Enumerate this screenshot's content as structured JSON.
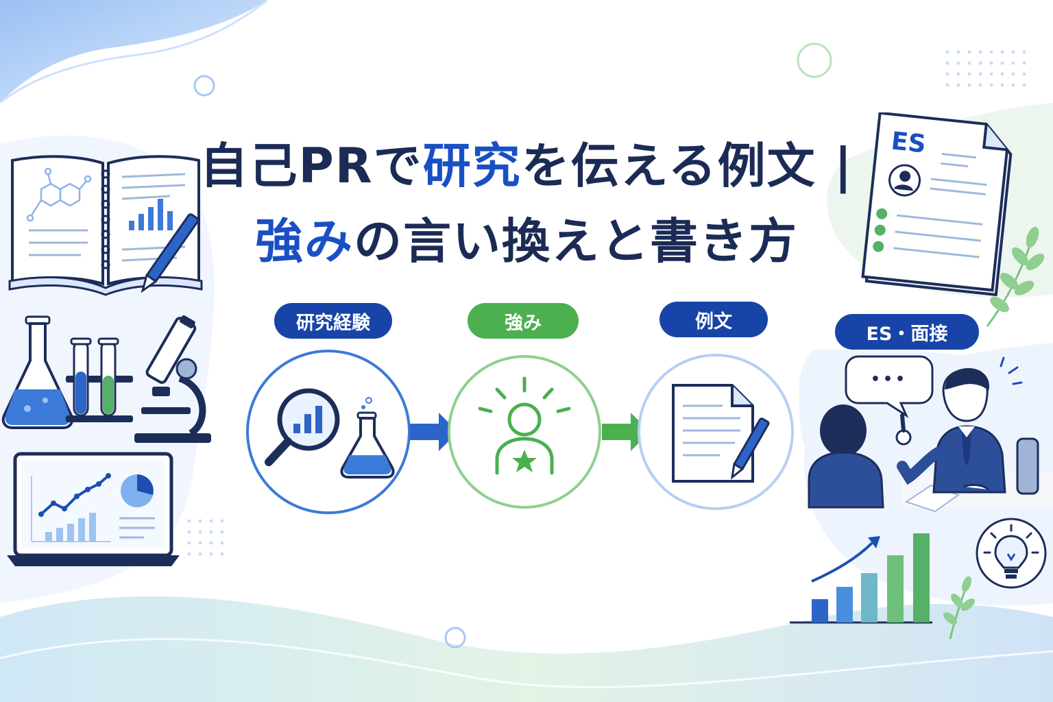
{
  "title": {
    "line1_prefix": "自己PRで",
    "line1_highlight": "研究",
    "line1_suffix": "を伝える例文 |",
    "line2_highlight": "強み",
    "line2_suffix": "の言い換えと書き方"
  },
  "flow": {
    "steps": [
      {
        "label": "研究経験"
      },
      {
        "label": "強み"
      },
      {
        "label": "例文"
      },
      {
        "label": "ES・面接"
      }
    ]
  },
  "document": {
    "badge": "ES"
  },
  "speech_bubble": {
    "text": "•••"
  },
  "colors": {
    "navy": "#1b2b55",
    "accent_blue": "#1a4fc4",
    "pill_blue": "#1844a8",
    "accent_green": "#4caf50"
  }
}
